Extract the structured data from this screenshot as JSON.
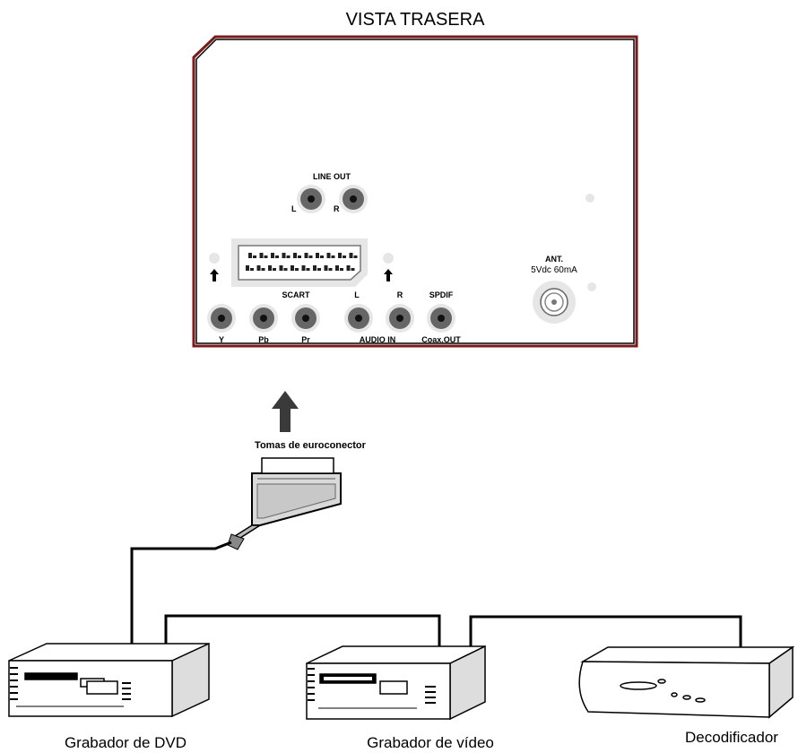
{
  "title": "VISTA TRASERA",
  "panel": {
    "line_out": {
      "label": "LINE OUT",
      "left": "L",
      "right": "R"
    },
    "scart_label": "SCART",
    "jacks": {
      "y": "Y",
      "pb": "Pb",
      "pr": "Pr",
      "audio_l": "L",
      "audio_r": "R",
      "audio_in": "AUDIO IN",
      "spdif": "SPDIF",
      "coax_out": "Coax.OUT"
    },
    "antenna": {
      "label": "ANT.",
      "spec": "5Vdc 60mA"
    }
  },
  "connector_label": "Tomas de euroconector",
  "devices": [
    {
      "label": "Grabador de DVD",
      "icon": "dvd-recorder-icon"
    },
    {
      "label": "Grabador de vídeo",
      "icon": "video-recorder-icon"
    },
    {
      "label": "Decodificador",
      "icon": "decoder-icon"
    }
  ],
  "colors": {
    "panel_border": "#7a1a1a",
    "jack_ring": "#666666",
    "jack_face": "#e6e6e6",
    "line": "#000000"
  }
}
